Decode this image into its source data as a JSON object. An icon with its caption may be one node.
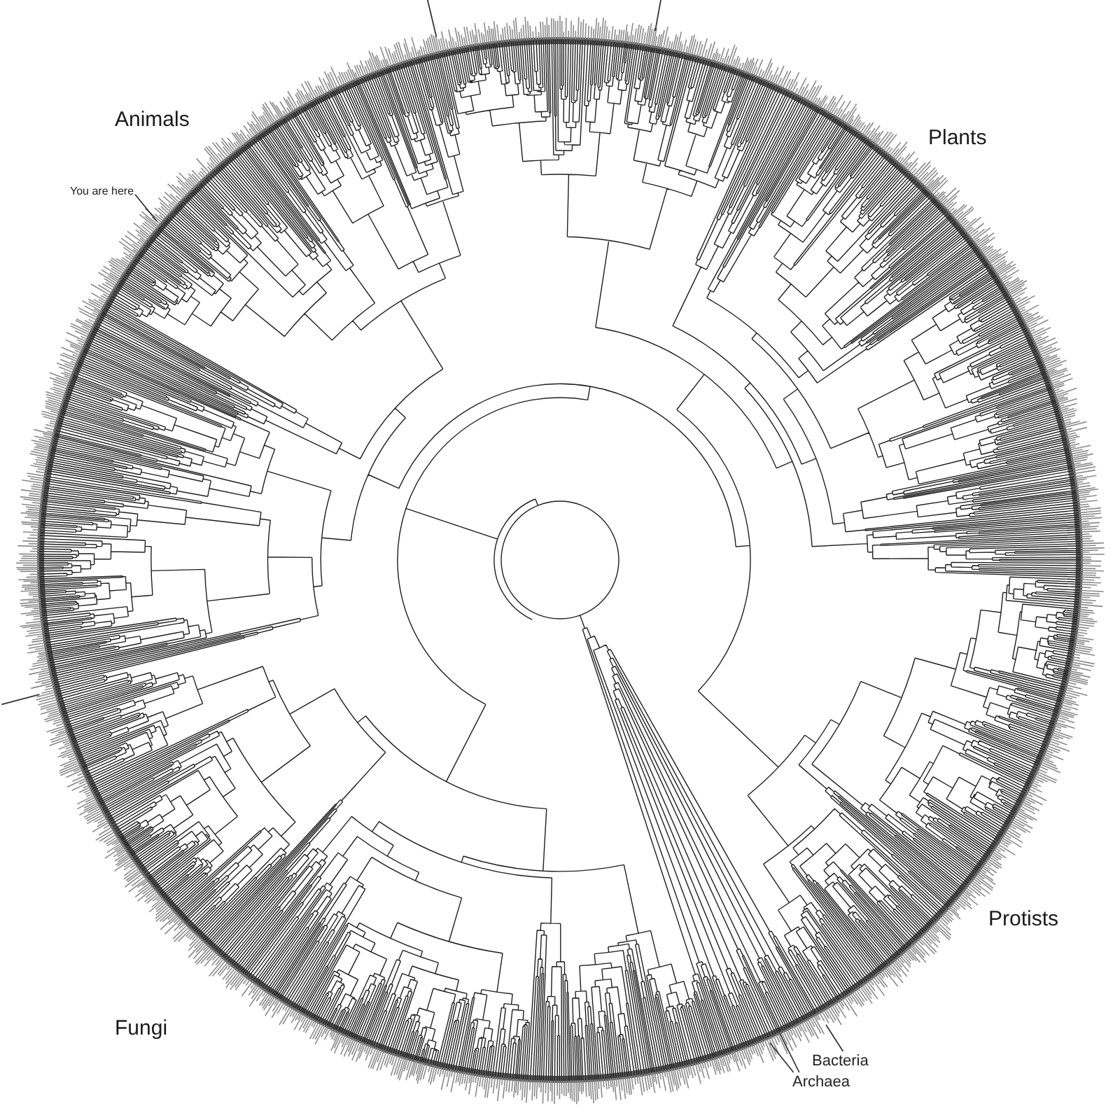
{
  "diagram": {
    "nodes": [
      {
        "text": [
          "You are here"
        ]
      },
      {
        "text": [
          "Bacteria"
        ]
      },
      {
        "text": [
          "Archaea"
        ]
      }
    ],
    "edges": [
      {
        "from": 0,
        "to": null,
        "arrow": "none"
      },
      {
        "from": 1,
        "to": null,
        "arrow": "none"
      },
      {
        "from": 2,
        "to": null,
        "arrow": "none"
      },
      {
        "from": 2,
        "to": null,
        "arrow": "none"
      }
    ],
    "labels": [
      "Animals",
      "Plants",
      "Protists",
      "Fungi"
    ]
  }
}
